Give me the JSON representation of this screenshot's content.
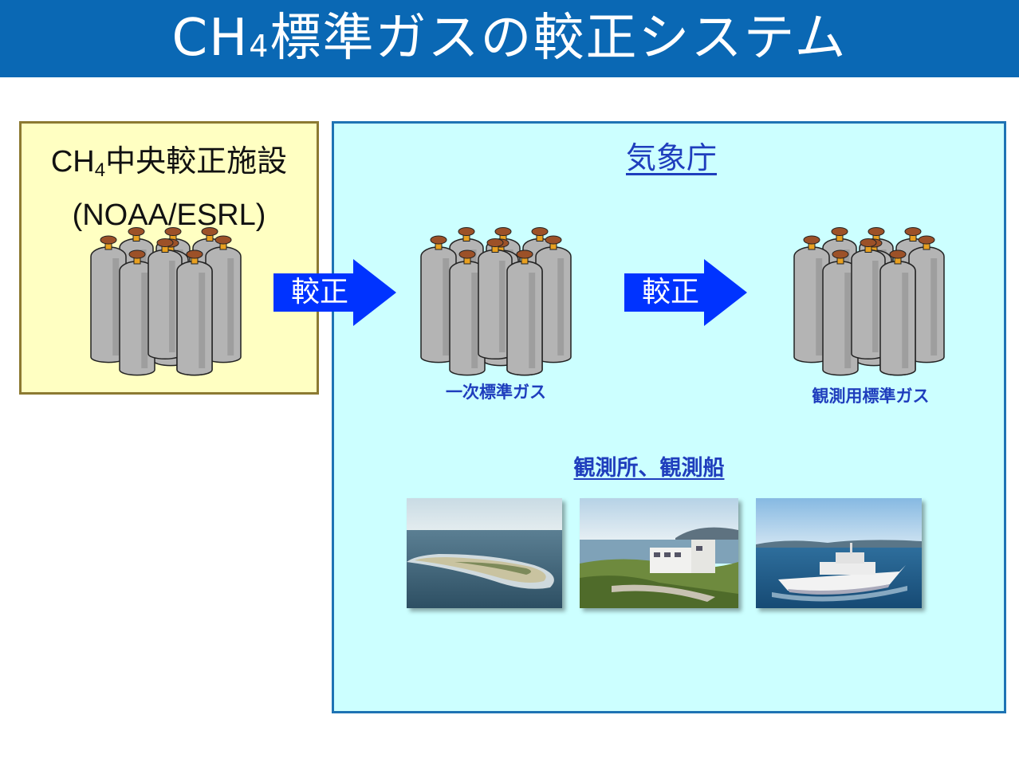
{
  "header": {
    "title_pre": "CH",
    "title_sub": "4",
    "title_post": "標準ガスの較正システム"
  },
  "noaa": {
    "line1_pre": "CH",
    "line1_sub": "4",
    "line1_post": "中央較正施設",
    "line2": "(NOAA/ESRL)"
  },
  "jma": {
    "title": "気象庁"
  },
  "arrows": [
    {
      "label": "較正"
    },
    {
      "label": "較正"
    }
  ],
  "gases": [
    {
      "label": "一次標準ガス"
    },
    {
      "label": "観測用標準ガス"
    }
  ],
  "stations": {
    "title": "観測所、観測船"
  },
  "photos": [
    {
      "subject": "island-aerial"
    },
    {
      "subject": "observatory-building"
    },
    {
      "subject": "research-ship"
    }
  ],
  "colors": {
    "header": "#0a68b4",
    "arrow": "#0033ff",
    "noaa_bg": "#ffffc2",
    "jma_bg": "#ccffff",
    "cylinder": "#b4b4b4",
    "valve": "#9c5128",
    "link_text": "#1f3ebd"
  }
}
